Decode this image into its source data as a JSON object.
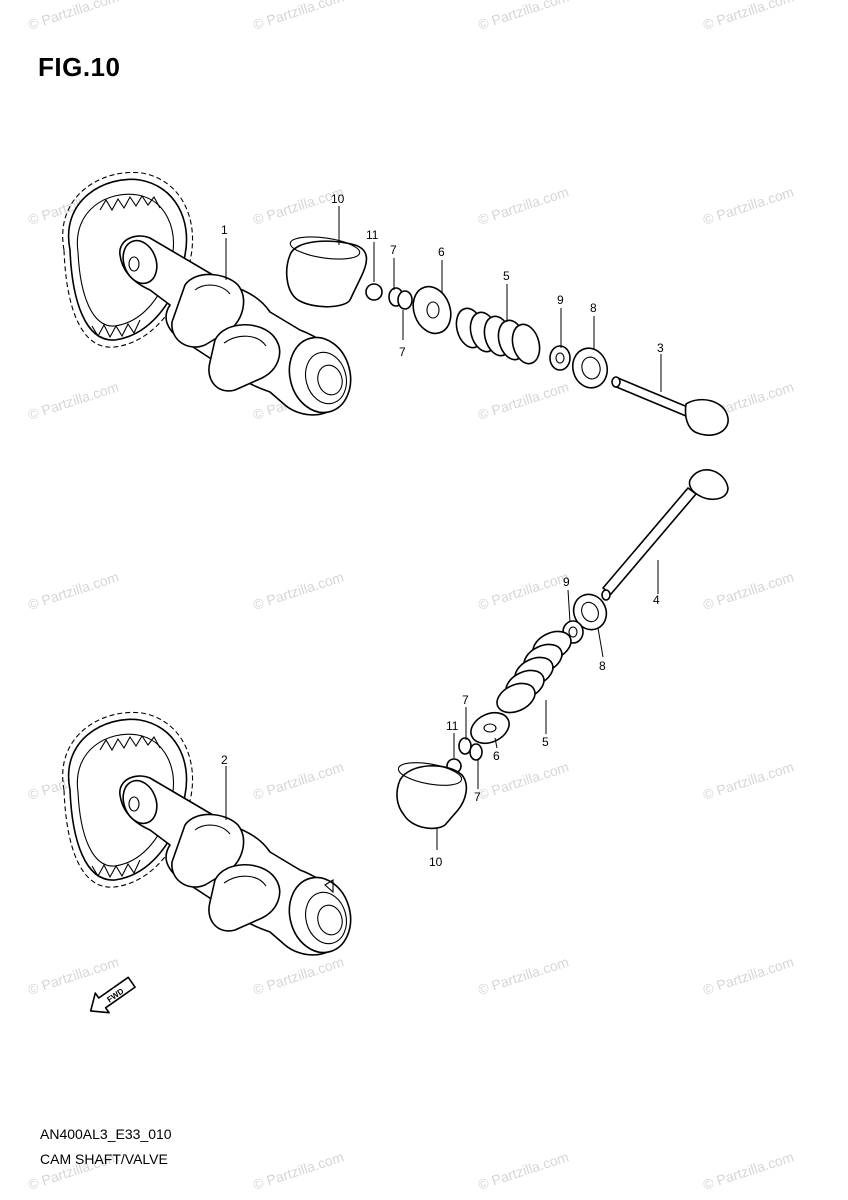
{
  "figure": {
    "title": "FIG.10",
    "code": "AN400AL3_E33_010",
    "caption": "CAM SHAFT/VALVE"
  },
  "watermark": {
    "text": "© Partzilla.com",
    "color": "#d6d6d6"
  },
  "callouts": {
    "c1": "1",
    "c2": "2",
    "c3": "3",
    "c4": "4",
    "c5a": "5",
    "c5b": "5",
    "c6a": "6",
    "c6b": "6",
    "c7a": "7",
    "c7b": "7",
    "c7c": "7",
    "c7d": "7",
    "c8a": "8",
    "c8b": "8",
    "c9a": "9",
    "c9b": "9",
    "c10a": "10",
    "c10b": "10",
    "c11a": "11",
    "c11b": "11"
  },
  "fwd_arrow": {
    "label": "FWD"
  }
}
